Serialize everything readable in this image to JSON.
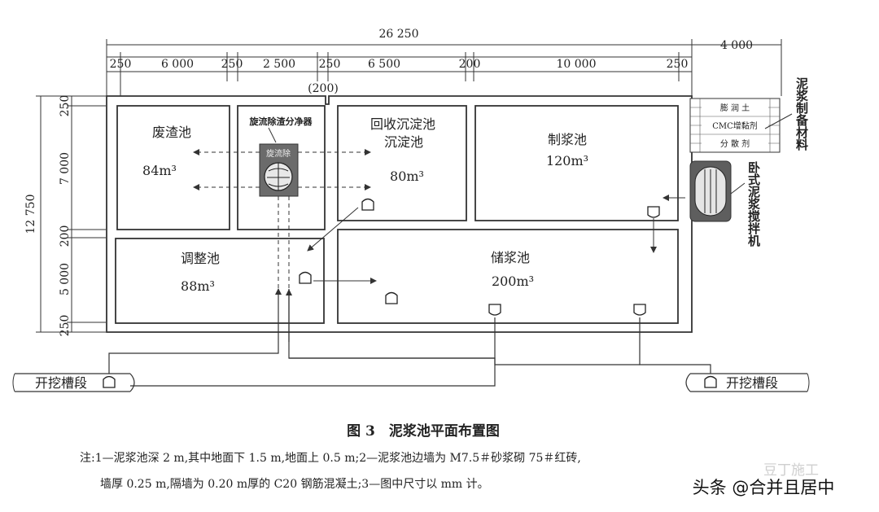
{
  "dimensions": {
    "total_top": "26 250",
    "right_top": "4 000",
    "top_segments": [
      "250",
      "6 000",
      "250",
      "2 500",
      "250",
      "6 500",
      "200",
      "10 000",
      "250"
    ],
    "bracket": "(200)",
    "total_left": "12 750",
    "left_segments": [
      "250",
      "7 000",
      "200",
      "5 000",
      "250"
    ]
  },
  "pools": {
    "waste": {
      "name": "废渣池",
      "volume": "84m³"
    },
    "recovery": {
      "name_line1": "回收沉淀池",
      "name_line2": "沉淀池",
      "volume": "80m³"
    },
    "mixing": {
      "name": "制浆池",
      "volume": "120m³"
    },
    "adjust": {
      "name": "调整池",
      "volume": "88m³"
    },
    "storage": {
      "name": "储浆池",
      "volume": "200m³"
    }
  },
  "cyclone": {
    "label": "旋流除渣分净器",
    "device_text": "旋流除"
  },
  "materials": {
    "items": [
      "膨 润 土",
      "CMC增黏剂",
      "分 散 剂"
    ],
    "vertical_label": "泥浆制备材料"
  },
  "mixer": {
    "vertical_label": "卧式泥浆搅拌机"
  },
  "trench": {
    "left": "开挖槽段",
    "right": "开挖槽段"
  },
  "caption": "图 3　泥浆池平面布置图",
  "notes": {
    "line1": "注:1—泥浆池深 2 m,其中地面下 1.5 m,地面上 0.5 m;2—泥浆池边墙为 M7.5＃砂浆砌 75＃红砖,",
    "line2": "墙厚 0.25 m,隔墙为 0.20 m厚的 C20 钢筋混凝土;3—图中尺寸以 mm 计。"
  },
  "watermark": {
    "main": "头条 @合并且居中",
    "faint": "豆丁施工"
  }
}
